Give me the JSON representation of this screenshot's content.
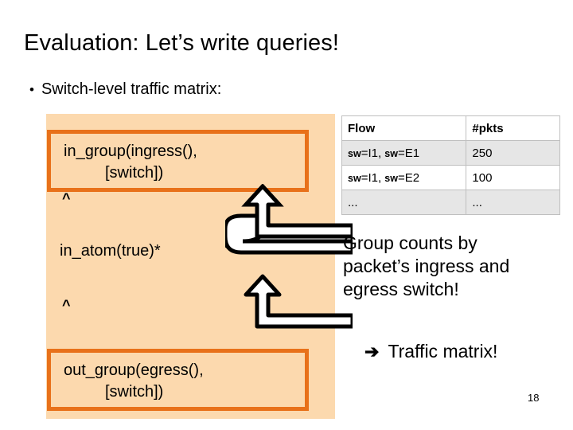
{
  "slide": {
    "title": "Evaluation: Let’s write queries!",
    "page_number": "18",
    "bullet": {
      "marker": "•",
      "text": "Switch-level traffic matrix:"
    }
  },
  "query_pipeline": {
    "panel_bg_color": "#FCD9AE",
    "box_border_color": "#E8711A",
    "boxes": [
      {
        "name": "in-group",
        "line1": "in_group(ingress(),",
        "line2": "[switch])"
      },
      {
        "name": "out-group",
        "line1": "out_group(egress(),",
        "line2": "[switch])"
      }
    ],
    "atom_label": "in_atom(true)*",
    "caret_top": "^",
    "caret_bottom": "^",
    "arrows": [
      {
        "name": "curved-arrow-top",
        "direction": "up-left"
      },
      {
        "name": "curved-arrow-bottom",
        "direction": "up-left"
      }
    ]
  },
  "flow_table": {
    "headers": [
      "Flow",
      "#pkts"
    ],
    "rows": [
      {
        "flow_sw1": "sw",
        "flow_v1": "=I1, ",
        "flow_sw2": "sw",
        "flow_v2": "=E1",
        "pkts": "250"
      },
      {
        "flow_sw1": "sw",
        "flow_v1": "=I1, ",
        "flow_sw2": "sw",
        "flow_v2": "=E2",
        "pkts": "100"
      },
      {
        "flow_sw1": "",
        "flow_v1": "...",
        "flow_sw2": "",
        "flow_v2": "",
        "pkts": "..."
      }
    ]
  },
  "caption": {
    "line1": "Group counts by",
    "line2": "packet’s ingress and",
    "line3": "egress switch!"
  },
  "conclusion": {
    "arrow": "➔",
    "text": "Traffic matrix!"
  }
}
